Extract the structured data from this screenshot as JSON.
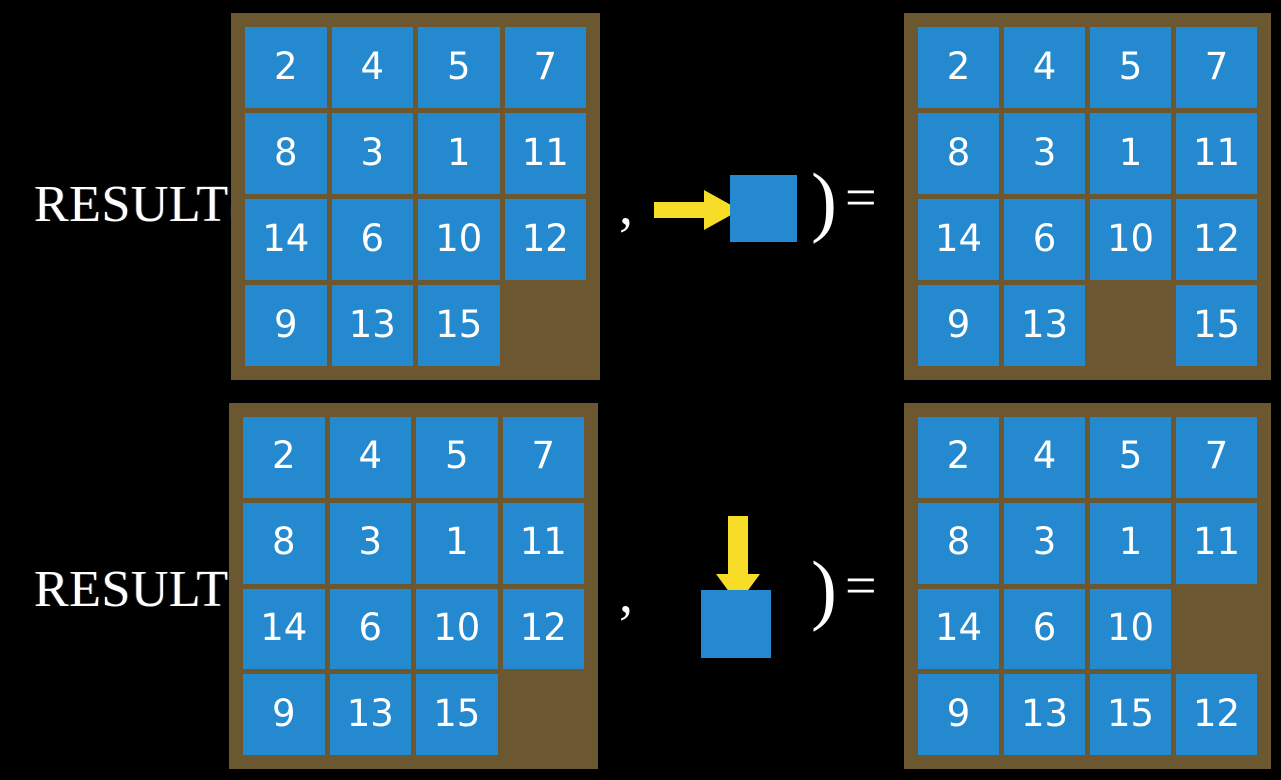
{
  "page": {
    "background_color": "#000000",
    "board_color": "#6b5831",
    "tile_color": "#2489ce",
    "tile_text_color": "#ffffff",
    "arrow_color": "#f7dc28",
    "text_color": "#ffffff"
  },
  "rows": [
    {
      "id": "row-top",
      "label": "RESULT",
      "open_paren": "(",
      "comma": ",",
      "close_paren": ")",
      "equals": "=",
      "operator": {
        "icon": "arrow-right-icon",
        "direction": "right",
        "description": "slide tile right"
      },
      "input_board": {
        "name": "input-board-top",
        "tiles": [
          [
            "2",
            "4",
            "5",
            "7"
          ],
          [
            "8",
            "3",
            "1",
            "11"
          ],
          [
            "14",
            "6",
            "10",
            "12"
          ],
          [
            "9",
            "13",
            "15",
            ""
          ]
        ]
      },
      "output_board": {
        "name": "output-board-top",
        "tiles": [
          [
            "2",
            "4",
            "5",
            "7"
          ],
          [
            "8",
            "3",
            "1",
            "11"
          ],
          [
            "14",
            "6",
            "10",
            "12"
          ],
          [
            "9",
            "13",
            "",
            "15"
          ]
        ]
      }
    },
    {
      "id": "row-bottom",
      "label": "RESULT",
      "open_paren": "(",
      "comma": ",",
      "close_paren": ")",
      "equals": "=",
      "operator": {
        "icon": "arrow-down-icon",
        "direction": "down",
        "description": "slide tile down"
      },
      "input_board": {
        "name": "input-board-bottom",
        "tiles": [
          [
            "2",
            "4",
            "5",
            "7"
          ],
          [
            "8",
            "3",
            "1",
            "11"
          ],
          [
            "14",
            "6",
            "10",
            "12"
          ],
          [
            "9",
            "13",
            "15",
            ""
          ]
        ]
      },
      "output_board": {
        "name": "output-board-bottom",
        "tiles": [
          [
            "2",
            "4",
            "5",
            "7"
          ],
          [
            "8",
            "3",
            "1",
            "11"
          ],
          [
            "14",
            "6",
            "10",
            ""
          ],
          [
            "9",
            "13",
            "15",
            "12"
          ]
        ]
      }
    }
  ]
}
